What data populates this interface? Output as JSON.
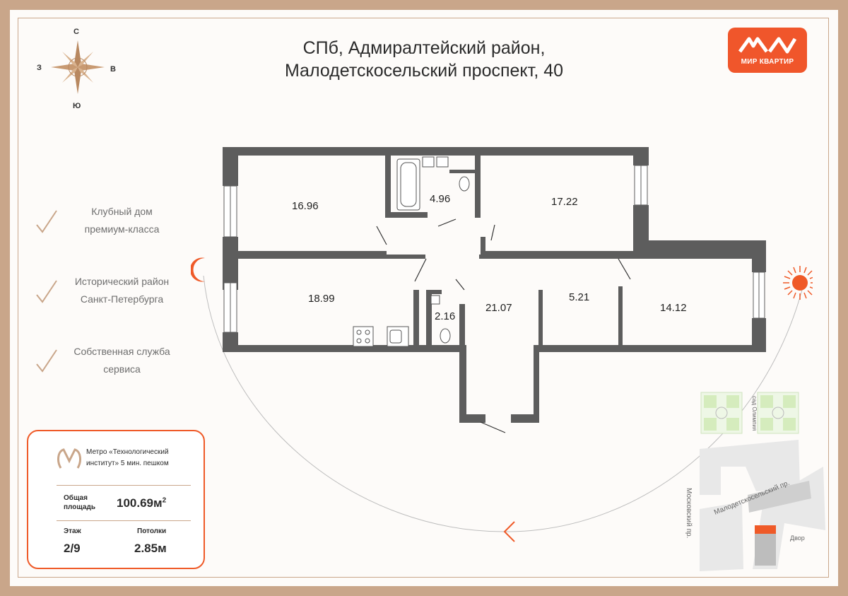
{
  "title": {
    "line1": "СПб, Адмиралтейский район,",
    "line2": "Малодетскосельский проспект, 40"
  },
  "logo": {
    "text": "МИР КВАРТИР",
    "color": "#f0562b"
  },
  "compass": {
    "north": "С",
    "south": "Ю",
    "west": "З",
    "east": "В"
  },
  "features": [
    {
      "line1": "Клубный дом",
      "line2": "премиум-класса"
    },
    {
      "line1": "Исторический район",
      "line2": "Санкт-Петербурга"
    },
    {
      "line1": "Собственная служба",
      "line2": "сервиса"
    }
  ],
  "rooms": [
    {
      "area": "16.96"
    },
    {
      "area": "4.96"
    },
    {
      "area": "17.22"
    },
    {
      "area": "18.99"
    },
    {
      "area": "2.16"
    },
    {
      "area": "21.07"
    },
    {
      "area": "5.21"
    },
    {
      "area": "14.12"
    }
  ],
  "card": {
    "metro_line1": "Метро «Технологический",
    "metro_line2": "институт» 5 мин. пешком",
    "area_label_line1": "Общая",
    "area_label_line2": "площадь",
    "area_value": "100.69м",
    "area_unit_sup": "2",
    "floor_label": "Этаж",
    "floor_value": "2/9",
    "ceiling_label": "Потолки",
    "ceiling_value": "2.85м"
  },
  "map": {
    "garden_label": "сад Олимпия",
    "street_main": "Малодетскосельский пр.",
    "street_side": "Московский пр.",
    "yard_label": "Двор"
  },
  "colors": {
    "accent": "#ef5a28",
    "wall": "#5d5d5d",
    "frame": "#c9a68a"
  }
}
